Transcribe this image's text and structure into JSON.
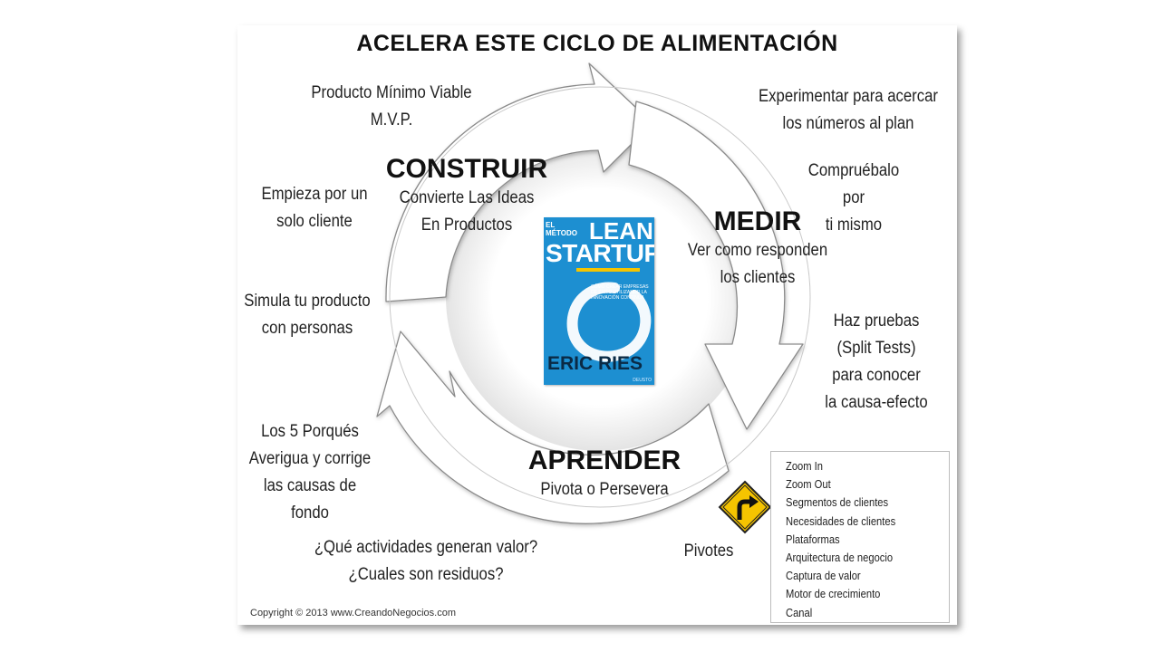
{
  "title": "ACELERA ESTE CICLO DE ALIMENTACIÓN",
  "stages": {
    "build": {
      "title": "CONSTRUIR",
      "lines": [
        "Convierte Las Ideas",
        "En Productos"
      ]
    },
    "measure": {
      "title": "MEDIR",
      "lines": [
        "Ver como responden",
        "los clientes"
      ]
    },
    "learn": {
      "title": "APRENDER",
      "lines": [
        "Pivota o Persevera"
      ]
    }
  },
  "notes": {
    "mvp": [
      "Producto Mínimo Viable",
      "M.V.P."
    ],
    "one_client": [
      "Empieza por un",
      "solo cliente"
    ],
    "simulate": [
      "Simula tu producto",
      "con personas"
    ],
    "five_whys": [
      "Los 5 Porqués",
      "Averigua y corrige",
      "las causas de fondo"
    ],
    "value_waste": [
      "¿Qué actividades generan valor?",
      "¿Cuales son residuos?"
    ],
    "experiment": [
      "Experimentar para acercar",
      "los números al plan"
    ],
    "verify": [
      "Compruébalo por",
      "ti mismo"
    ],
    "split_tests": [
      "Haz pruebas",
      "(Split Tests)",
      "para conocer",
      "la causa-efecto"
    ]
  },
  "book": {
    "small": [
      "EL",
      "MÉTODO"
    ],
    "lean": "LEAN",
    "startup": "STARTUP",
    "tagline": "CÓMO CREAR EMPRESAS DE ÉXITO UTILIZANDO LA INNOVACIÓN CONTINUA",
    "author": "ERIC RIES",
    "publisher": "DEUSTO"
  },
  "pivots": {
    "label": "Pivotes",
    "items": [
      "Zoom In",
      "Zoom Out",
      "Segmentos de clientes",
      "Necesidades de clientes",
      "Plataformas",
      "Arquitectura de negocio",
      "Captura de valor",
      "Motor de crecimiento",
      "Canal"
    ]
  },
  "copyright": "Copyright © 2013 www.CreandoNegocios.com",
  "colors": {
    "book_blue": "#1d8fd1",
    "sign_yellow": "#f5c400",
    "arrow_stroke": "#8a8a8a"
  }
}
